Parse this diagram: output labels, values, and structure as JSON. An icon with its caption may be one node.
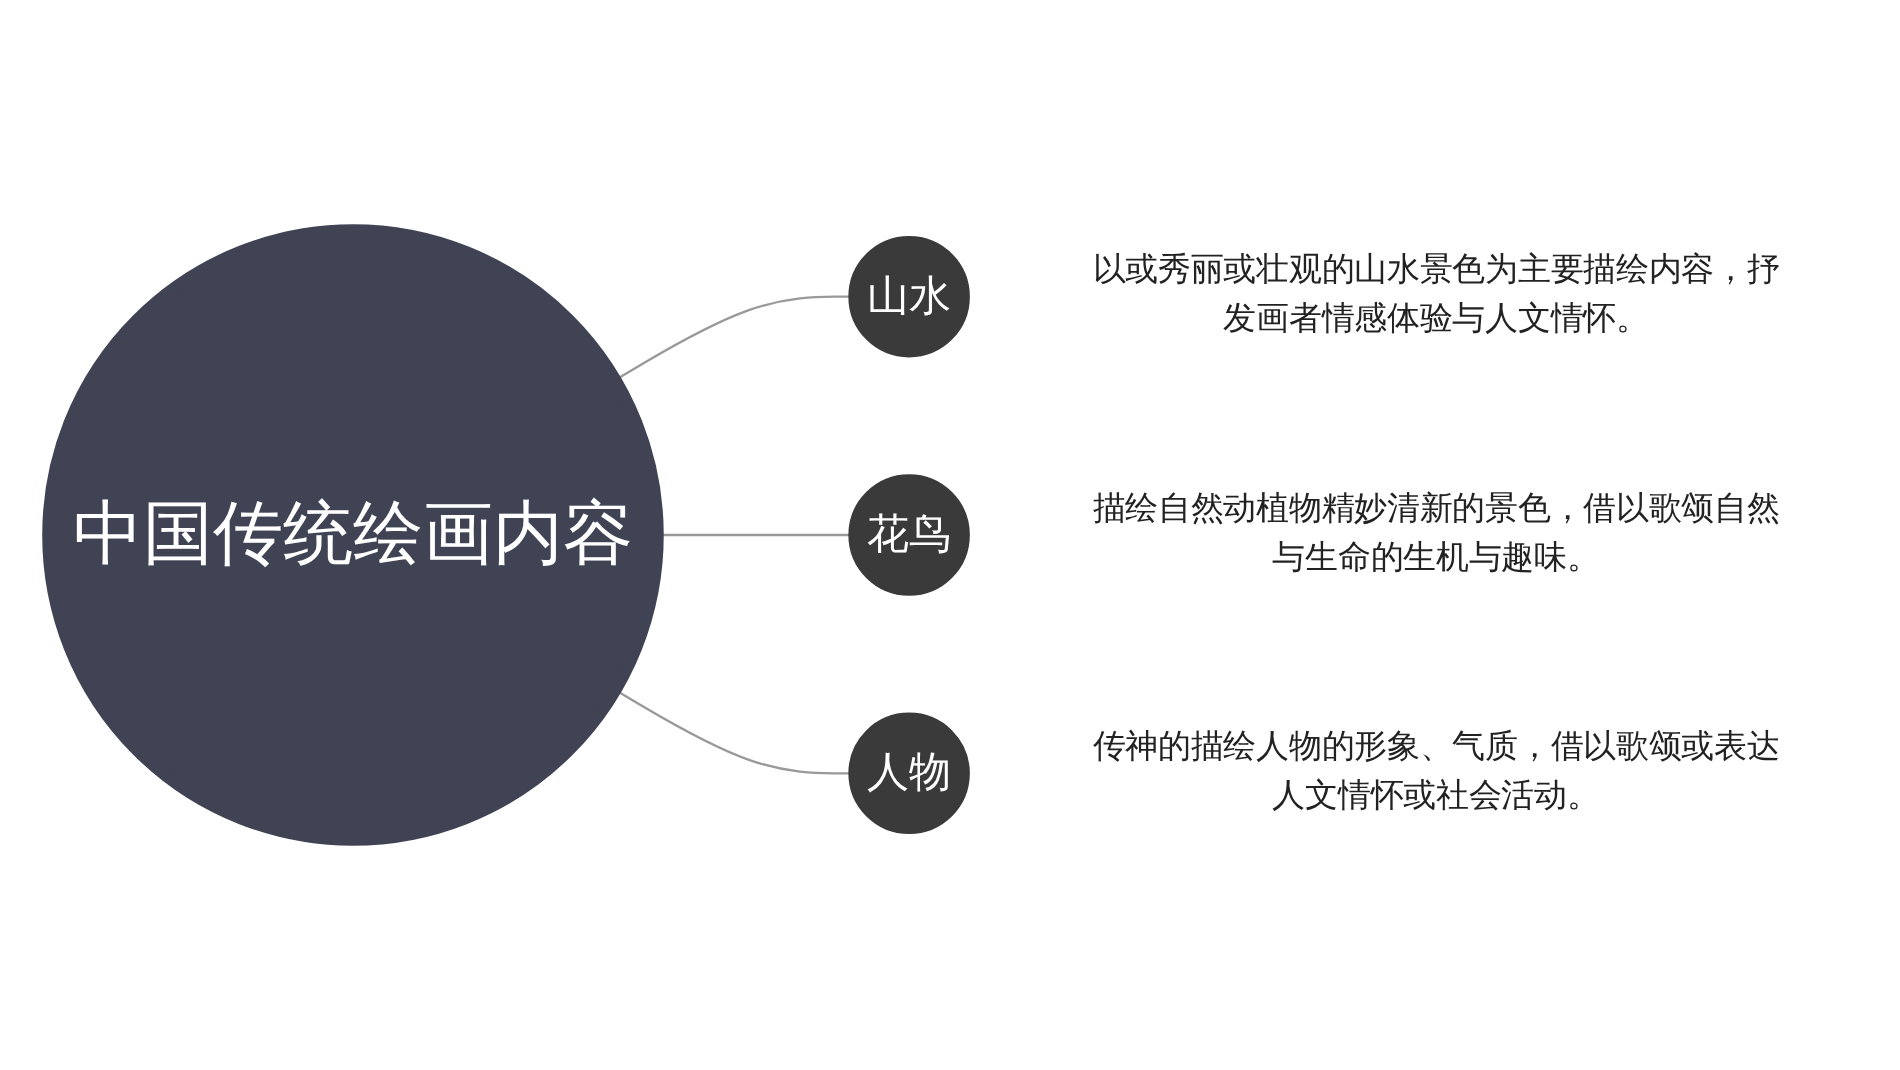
{
  "diagram": {
    "nodes": [
      {
        "text": [
          "中国传统绘画内容"
        ]
      },
      {
        "text": [
          "山水"
        ],
        "beside": [
          "以或秀丽或壮观的山水景色为主要描绘内容，抒发画者情感体验与人文情怀。"
        ]
      },
      {
        "text": [
          "花鸟"
        ],
        "beside": [
          "描绘自然动植物精妙清新的景色，借以歌颂自然与生命的生机与趣味。"
        ]
      },
      {
        "text": [
          "人物"
        ],
        "beside": [
          "传神的描绘人物的形象、气质，借以歌颂或表达人文情怀或社会活动。"
        ]
      }
    ],
    "edges": [
      {
        "from": 0,
        "to": 1,
        "arrow": "none"
      },
      {
        "from": 0,
        "to": 2,
        "arrow": "none"
      },
      {
        "from": 0,
        "to": 3,
        "arrow": "none"
      }
    ]
  }
}
